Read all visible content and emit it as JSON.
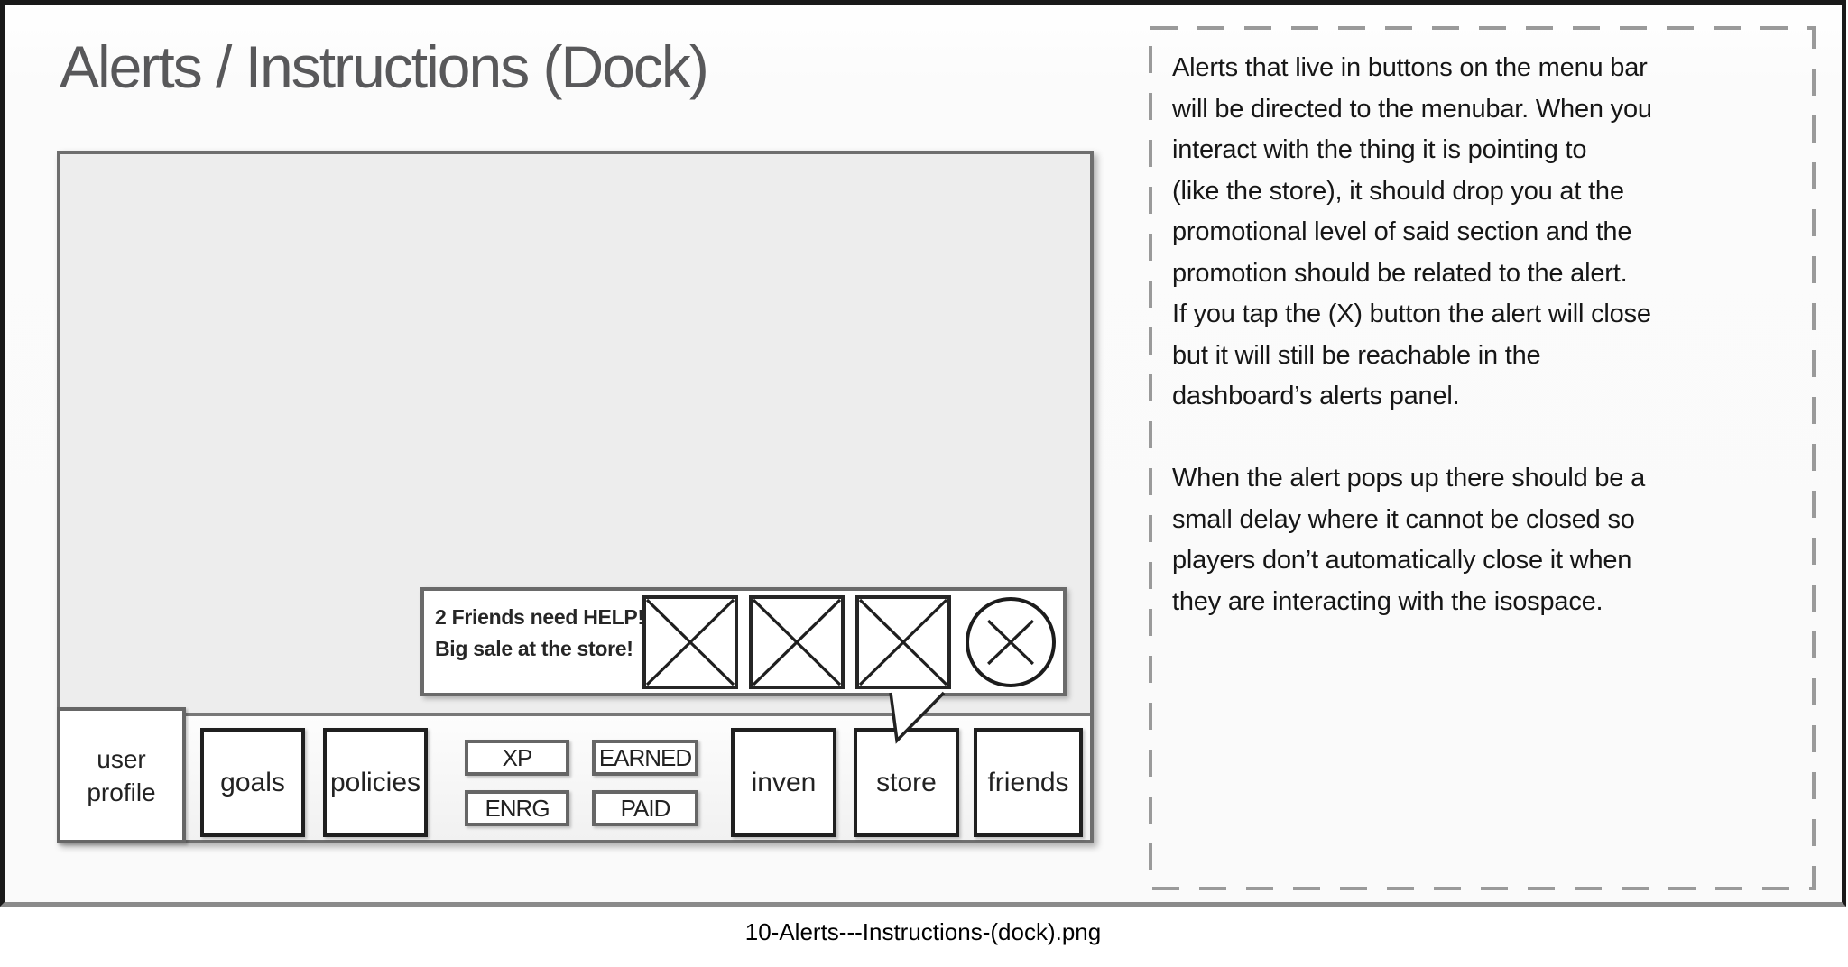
{
  "title": "Alerts / Instructions (Dock)",
  "caption": "10-Alerts---Instructions-(dock).png",
  "alert": {
    "line1": "2 Friends need HELP!",
    "line2": "Big sale at the store!",
    "placeholder_count": 3
  },
  "dock": {
    "profile": "user\nprofile",
    "goals": "goals",
    "policies": "policies",
    "xp": "XP",
    "enrg": "ENRG",
    "earned": "EARNED",
    "paid": "PAID",
    "inven": "inven",
    "store": "store",
    "friends": "friends"
  },
  "notes": {
    "body": "Alerts that live in buttons on the menu bar\nwill be directed to the menubar. When you\ninteract with the thing it is pointing to\n(like the store), it should drop you at the\npromotional level of said section and the\npromotion should be related to the alert.\nIf you tap the (X) button the alert will close\nbut it will still be reachable in the\ndashboard’s alerts panel.\n\nWhen the alert pops up there should be a\nsmall delay where it cannot be closed so\nplayers don’t automatically close it when\nthey are interacting with the isospace."
  },
  "icons": {
    "image_placeholder": "x-box-placeholder-icon",
    "close": "circle-x-close-icon",
    "pointer": "speech-bubble-tail"
  },
  "colors": {
    "canvas_border": "#191919",
    "canvas_bottom_border": "#8a8a8a",
    "wire_border": "#6e6e6e",
    "dark_button_border": "#1f1f1f",
    "gray_button_border": "#666666",
    "dash_border": "#9a9a9a",
    "screen_fill": "#ededed",
    "dock_fill": "#f7f7f7",
    "ink": "#1c1c1c",
    "title_ink": "#58585a"
  }
}
